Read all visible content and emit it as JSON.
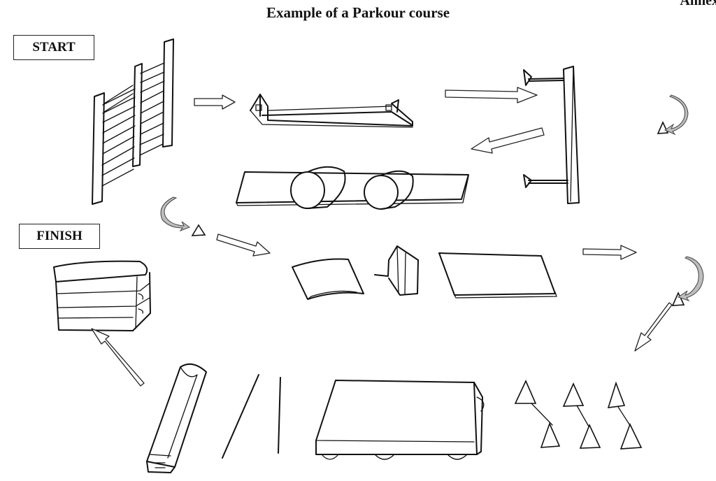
{
  "header": {
    "title": "Example of a Parkour course",
    "corner_label": "Annex"
  },
  "labels": {
    "start": "START",
    "finish": "FINISH"
  },
  "stations": [
    {
      "name": "wall-bars"
    },
    {
      "name": "balance-beam"
    },
    {
      "name": "bars-frame"
    },
    {
      "name": "bench-with-rolls"
    },
    {
      "name": "curved-mat"
    },
    {
      "name": "bent-panel"
    },
    {
      "name": "flat-mat"
    },
    {
      "name": "slalom-cones"
    },
    {
      "name": "large-mat"
    },
    {
      "name": "poles"
    },
    {
      "name": "inclined-bench"
    },
    {
      "name": "vaulting-box"
    }
  ]
}
